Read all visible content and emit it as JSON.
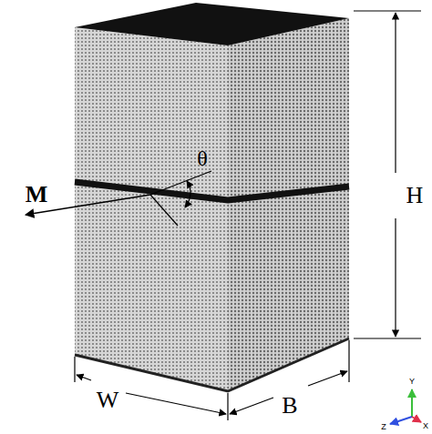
{
  "diagram": {
    "labels": [
      "M",
      "θ",
      "H",
      "W",
      "B",
      "Y",
      "Z",
      "X"
    ]
  }
}
